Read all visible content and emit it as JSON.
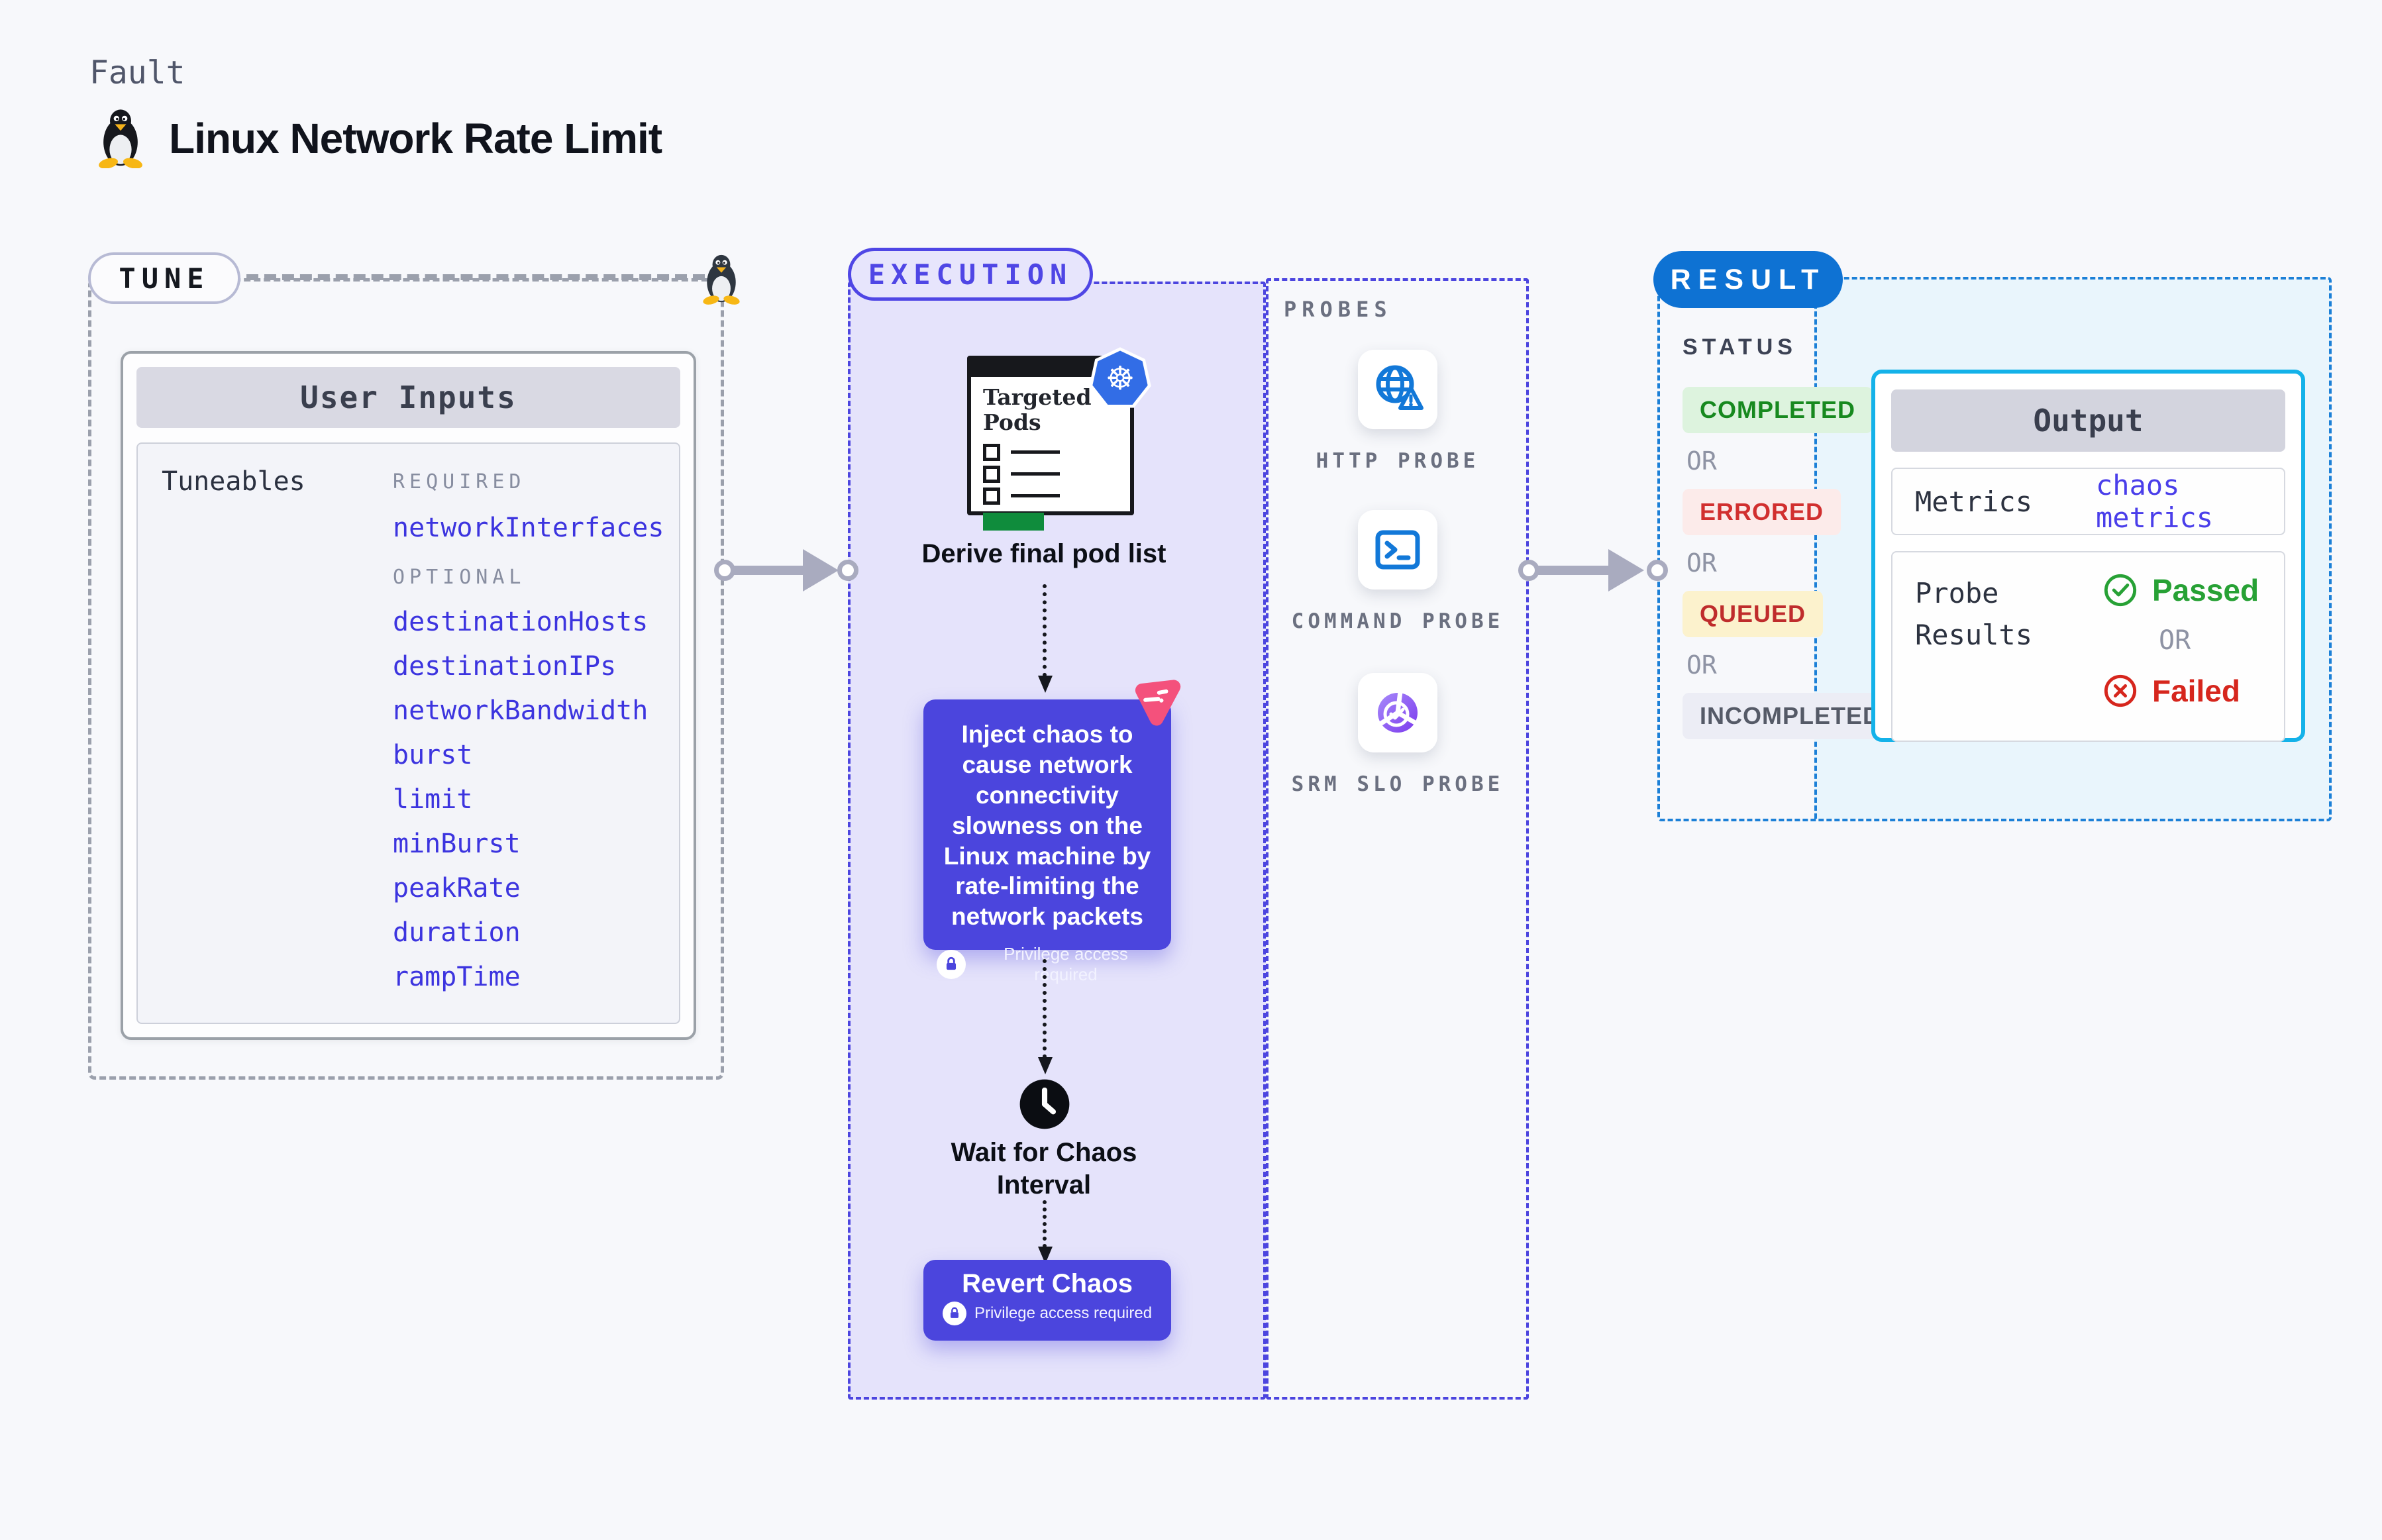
{
  "page": {
    "kind_label": "Fault",
    "title": "Linux Network Rate Limit"
  },
  "tune": {
    "badge": "TUNE",
    "card_title": "User Inputs",
    "tuneables_label": "Tuneables",
    "required_label": "REQUIRED",
    "optional_label": "OPTIONAL",
    "required_items": [
      "networkInterfaces"
    ],
    "optional_items": [
      "destinationHosts",
      "destinationIPs",
      "networkBandwidth",
      "burst",
      "limit",
      "minBurst",
      "peakRate",
      "duration",
      "rampTime"
    ]
  },
  "execution": {
    "badge": "EXECUTION",
    "targeted_pods_title": "Targeted Pods",
    "derive_caption": "Derive final pod list",
    "inject_text": "Inject chaos to cause network connectivity slowness on the Linux machine by rate-limiting the network packets",
    "privilege_note": "Privilege access required",
    "wait_caption": "Wait for Chaos Interval",
    "revert_label": "Revert Chaos"
  },
  "probes": {
    "section_label": "PROBES",
    "items": [
      {
        "label": "HTTP PROBE",
        "icon": "globe-alert-icon"
      },
      {
        "label": "COMMAND PROBE",
        "icon": "terminal-icon"
      },
      {
        "label": "SRM SLO PROBE",
        "icon": "slo-pie-check-icon"
      }
    ]
  },
  "result": {
    "badge": "RESULT",
    "status_label": "STATUS",
    "or_label": "OR",
    "statuses": [
      {
        "label": "COMPLETED",
        "color": "#17891f",
        "bg": "#ddf3de"
      },
      {
        "label": "ERRORED",
        "color": "#d12f2f",
        "bg": "#fcebea"
      },
      {
        "label": "QUEUED",
        "color": "#bf2c2c",
        "bg": "#fcf2cd"
      },
      {
        "label": "INCOMPLETED",
        "color": "#555a67",
        "bg": "#ecedf5"
      }
    ],
    "output": {
      "title": "Output",
      "metrics_label": "Metrics",
      "metrics_value": "chaos metrics",
      "probe_results_label": "Probe Results",
      "passed_label": "Passed",
      "failed_label": "Failed"
    }
  },
  "colors": {
    "page_bg": "#f7f8fb",
    "indigo_accent": "#4b45dd",
    "execution_bg": "#e5e3fb",
    "execution_border": "#4c45df",
    "result_blue": "#0e72d3",
    "result_dash": "#1c80d7",
    "output_border": "#14b2e9",
    "output_bg": "#e9f5fc",
    "arrow_gray": "#a9abbf",
    "probe_icon_blue": "#1278d8",
    "chaos_pink": "#f4517c",
    "k8s_blue": "#326de6",
    "green_bar": "#0f8c3c"
  }
}
